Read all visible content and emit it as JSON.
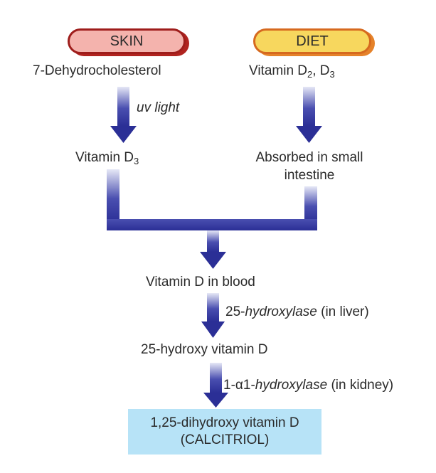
{
  "sources": {
    "skin": {
      "label": "SKIN",
      "fill": "#f4b3ad",
      "border": "#9e1d1b"
    },
    "diet": {
      "label": "DIET",
      "fill": "#f7d75e",
      "border": "#d6691f"
    }
  },
  "left_branch": {
    "precursor": "7-Dehydrocholesterol",
    "step_label": "uv light",
    "product_main": "Vitamin D",
    "product_sub": "3"
  },
  "right_branch": {
    "source_main": "Vitamin D",
    "source_sub1": "2",
    "source_sep": ", D",
    "source_sub2": "3",
    "product_line1": "Absorbed in small",
    "product_line2": "intestine"
  },
  "pathway": {
    "blood": "Vitamin D in blood",
    "step1_prefix": "25-",
    "step1_enzyme": "hydroxylase",
    "step1_site": " (in liver)",
    "intermediate": "25-hydroxy vitamin D",
    "step2_prefix": "1-α1-",
    "step2_enzyme": "hydroxylase",
    "step2_site": " (in kidney)",
    "final_line1": "1,25-dihydroxy vitamin D",
    "final_line2": "(CALCITRIOL)"
  },
  "colors": {
    "arrow": "#2b2f96",
    "result_box": "#b7e3f7"
  }
}
